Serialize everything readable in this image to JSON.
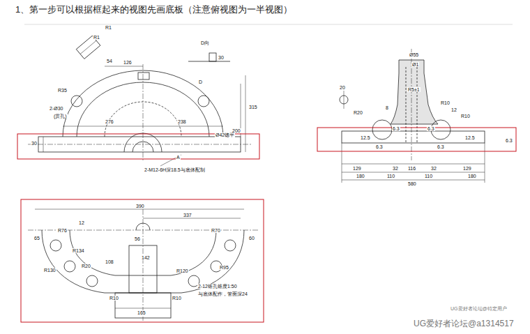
{
  "diagram": {
    "title": "1、第一步可以根据框起来的视图先画底板（注意俯视图为一半视图）",
    "labels": [
      "R1",
      "R1",
      "54",
      "126",
      "D向",
      "30",
      "D",
      "R35",
      "2-Ø30",
      "(贯孔)",
      "276",
      "238",
      "315",
      "200",
      "30",
      "Ø42锪平",
      "A",
      "2-M12-6H深18.5与底体配制",
      "Ø55",
      "Ø1",
      "20",
      "R20",
      "R5±1",
      "8",
      "R10",
      "12",
      "R10",
      "6.3",
      "6.3",
      "12.5",
      "6.3",
      "6.3",
      "12.5",
      "6.3",
      "129",
      "32",
      "116",
      "32",
      "129",
      "180",
      "110",
      "110",
      "180",
      "580",
      "390",
      "337",
      "12",
      "R76",
      "R70",
      "65",
      "60",
      "56",
      "R134",
      "R130",
      "R20",
      "108",
      "142",
      "R120",
      "R95",
      "R10",
      "R10",
      "165",
      "2-12锥孔锥度1:50",
      "与底体配作，管面深24",
      "UG爱好者论坛@特定用户",
      "UG爱好者论坛@a1314517"
    ]
  }
}
